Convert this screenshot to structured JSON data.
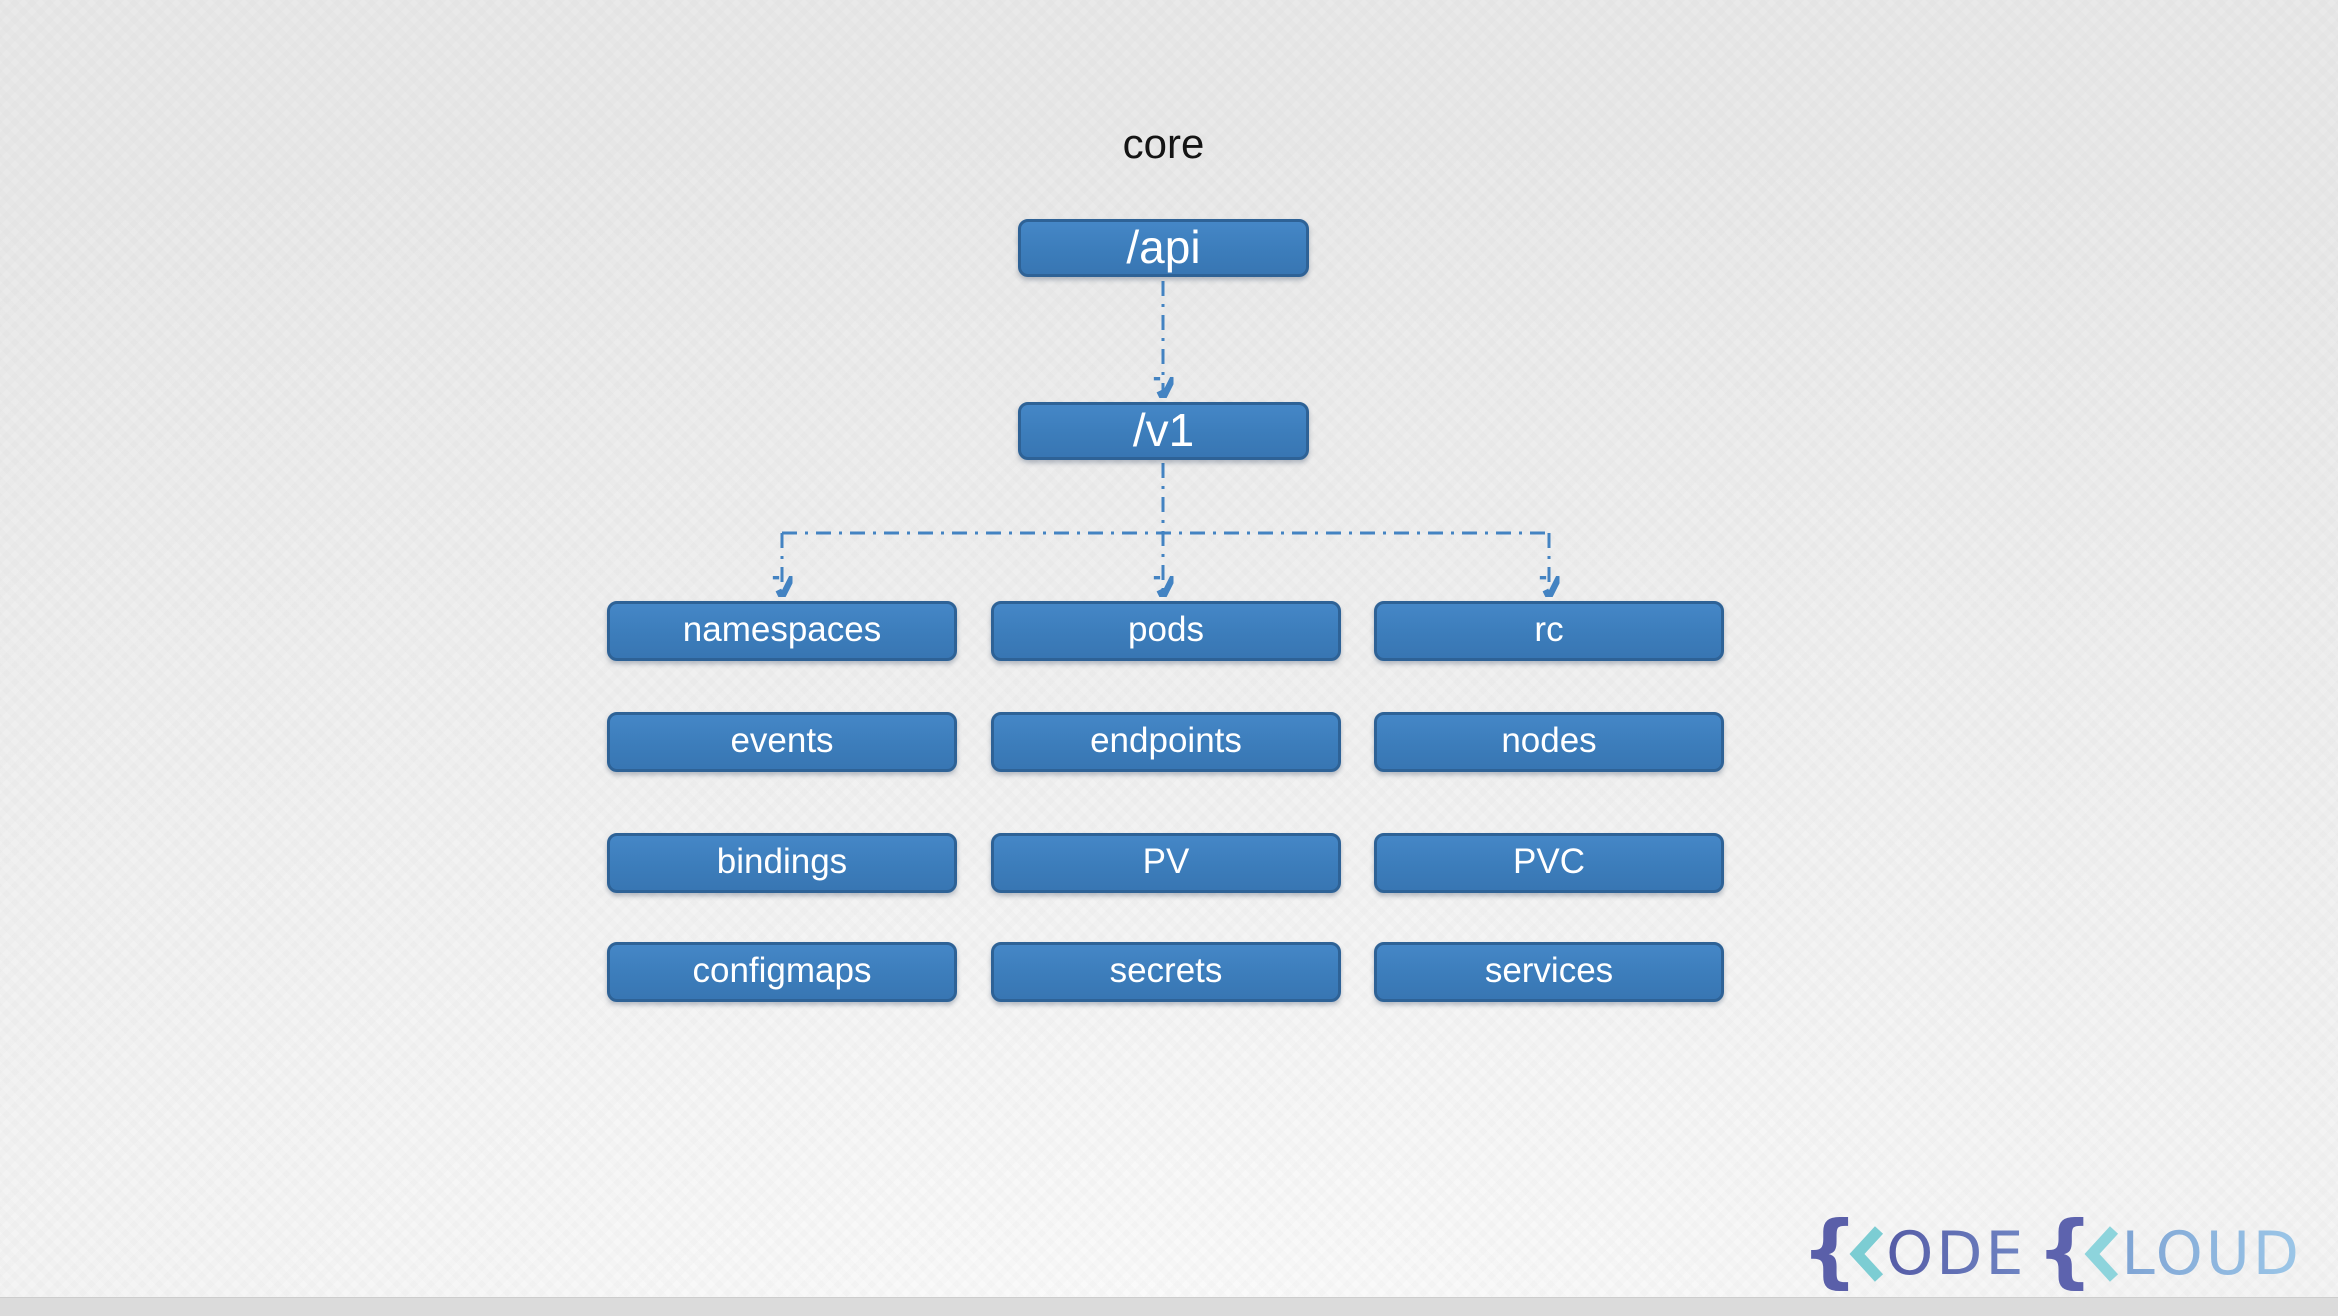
{
  "diagram": {
    "group_label": "core",
    "root": {
      "label": "/api"
    },
    "version": {
      "label": "/v1"
    },
    "resource_rows": [
      [
        "namespaces",
        "pods",
        "rc"
      ],
      [
        "events",
        "endpoints",
        "nodes"
      ],
      [
        "bindings",
        "PV",
        "PVC"
      ],
      [
        "configmaps",
        "secrets",
        "services"
      ]
    ]
  },
  "colors": {
    "box_fill": "#3d7ebd",
    "box_border": "#2e6296",
    "box_text": "#ffffff",
    "connector_blue": "#4383c2",
    "group_label_text": "#141414",
    "background": "#ededed",
    "bottom_bar": "#dbdbdb",
    "logo_brace_indigo": "#5a5fa9",
    "logo_chevron_teal": "#7ccdd3",
    "logo_ode_blue": "#5d68b0",
    "logo_loud_blue": "#84abd8"
  },
  "logo": {
    "brace1": "{",
    "brace2": "{",
    "part1": "ODE",
    "part2": "LOUD"
  }
}
